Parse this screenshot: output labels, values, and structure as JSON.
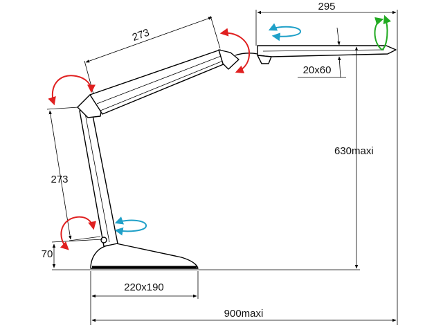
{
  "dimensions": {
    "upper_arm_length": "273",
    "lower_arm_length": "273",
    "head_length": "295",
    "head_section": "20x60",
    "max_height": "630maxi",
    "base_height": "70",
    "base_size": "220x190",
    "max_reach": "900maxi"
  },
  "colors": {
    "tilt_arrow": "#e02020",
    "swivel_arrow": "#1fa0c8",
    "head_rotate_arrow": "#22aa22",
    "outline": "#000000"
  },
  "icons": {
    "tilt": "curved-double-arrow-icon",
    "swivel": "rotate-horizontal-arrow-icon",
    "head_rotate": "rotate-vertical-arrow-icon"
  }
}
